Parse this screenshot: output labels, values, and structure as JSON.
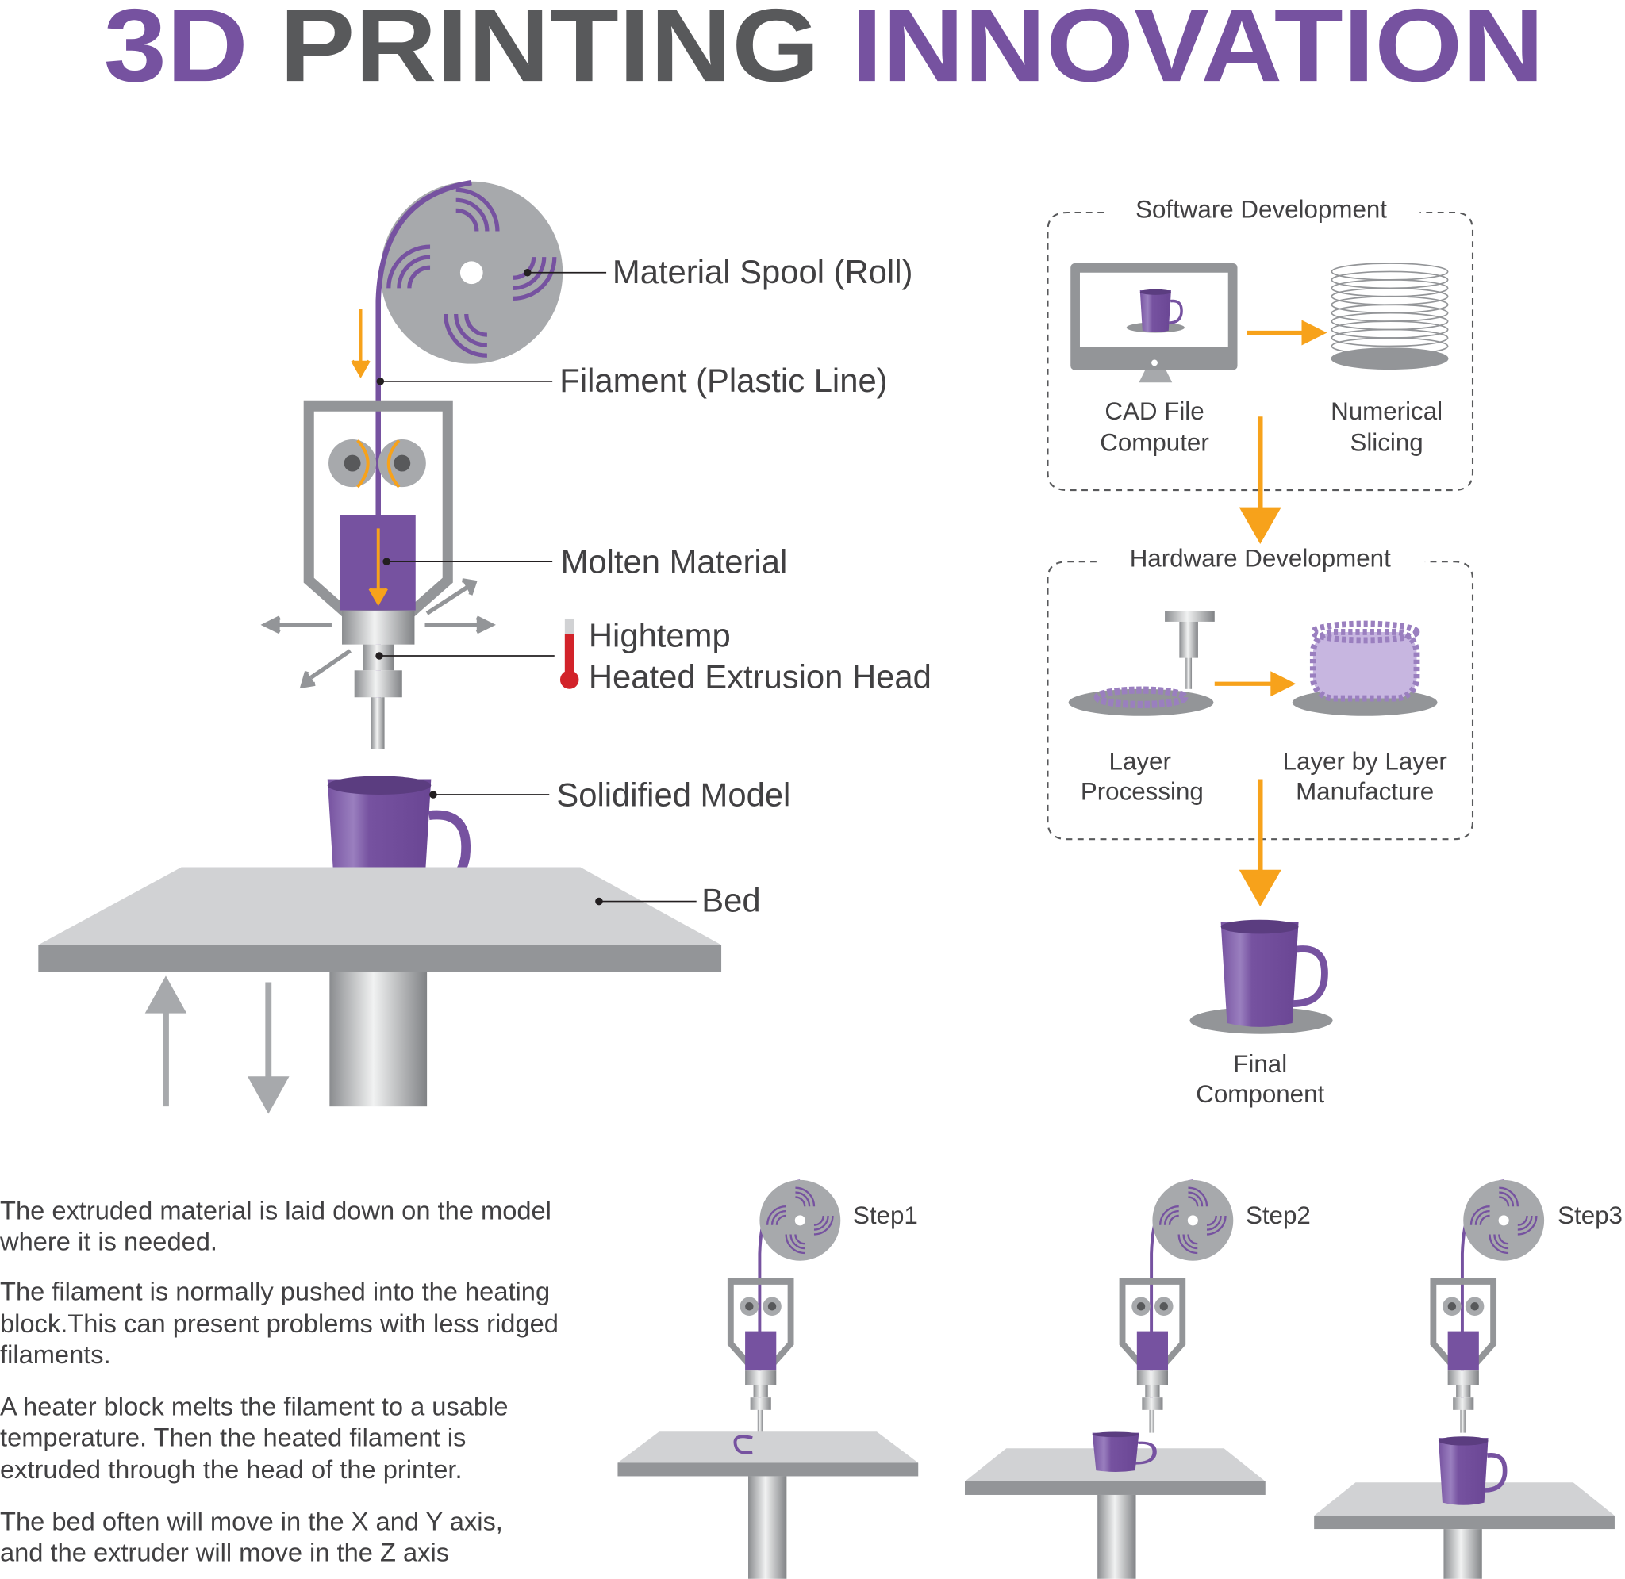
{
  "title": {
    "part1": "3D",
    "part2": "PRINTING",
    "part3": "INNOVATION"
  },
  "colors": {
    "purple": "#7652a0",
    "dark_gray": "#58595b",
    "orange": "#f7a21b",
    "light_gray": "#d1d2d4",
    "mid_gray": "#939598",
    "red": "#d2232a"
  },
  "printer_labels": {
    "spool": "Material Spool (Roll)",
    "filament": "Filament (Plastic Line)",
    "molten": "Molten Material",
    "hightemp_line1": "Hightemp",
    "hightemp_line2": "Heated Extrusion Head",
    "model": "Solidified Model",
    "bed": "Bed"
  },
  "workflow": {
    "software": {
      "title": "Software Development",
      "cad": [
        "CAD File",
        "Computer"
      ],
      "slicing": [
        "Numerical",
        "Slicing"
      ]
    },
    "hardware": {
      "title": "Hardware Development",
      "layer": [
        "Layer",
        "Processing"
      ],
      "manufacture": [
        "Layer by Layer",
        "Manufacture"
      ]
    },
    "final": [
      "Final",
      "Component"
    ]
  },
  "paragraphs": [
    [
      "The extruded material is laid down on the model",
      "where it is needed."
    ],
    [
      "The filament is normally pushed into the heating",
      "block.This can present problems with less ridged",
      "filaments."
    ],
    [
      "A heater block melts the filament to a usable",
      "temperature. Then the heated filament is",
      "extruded through the head of the printer."
    ],
    [
      "The bed often will move in the X and Y axis,",
      "and the extruder will move in the Z axis"
    ]
  ],
  "steps": [
    "Step1",
    "Step2",
    "Step3"
  ]
}
